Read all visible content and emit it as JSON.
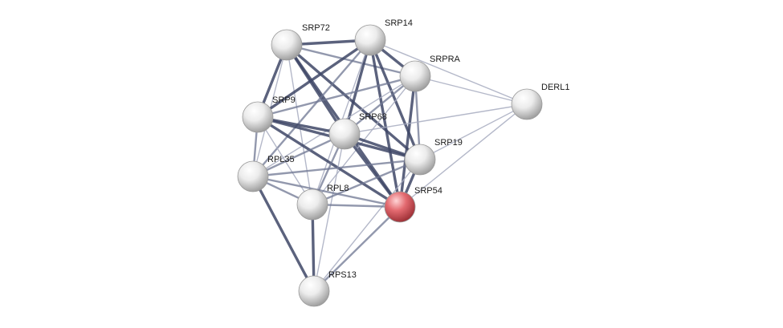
{
  "network": {
    "query_color": "#d9585e",
    "node_color": "#e6e6e6",
    "edge_color_strong": "#3e4766",
    "edge_color_weak": "#a7acc0",
    "nodes": [
      {
        "id": "SRP72",
        "label": "SRP72",
        "query": false
      },
      {
        "id": "SRP14",
        "label": "SRP14",
        "query": false
      },
      {
        "id": "SRPRA",
        "label": "SRPRA",
        "query": false
      },
      {
        "id": "DERL1",
        "label": "DERL1",
        "query": false
      },
      {
        "id": "SRP9",
        "label": "SRP9",
        "query": false
      },
      {
        "id": "SRP68",
        "label": "SRP68",
        "query": false
      },
      {
        "id": "SRP19",
        "label": "SRP19",
        "query": false
      },
      {
        "id": "RPL35",
        "label": "RPL35",
        "query": false
      },
      {
        "id": "RPL8",
        "label": "RPL8",
        "query": false
      },
      {
        "id": "SRP54",
        "label": "SRP54",
        "query": true
      },
      {
        "id": "RPS13",
        "label": "RPS13",
        "query": false
      }
    ],
    "edges": [
      {
        "source": "SRP72",
        "target": "SRP14",
        "strength": 3
      },
      {
        "source": "SRP72",
        "target": "SRPRA",
        "strength": 2
      },
      {
        "source": "SRP72",
        "target": "SRP9",
        "strength": 3
      },
      {
        "source": "SRP72",
        "target": "SRP68",
        "strength": 3
      },
      {
        "source": "SRP72",
        "target": "SRP19",
        "strength": 3
      },
      {
        "source": "SRP72",
        "target": "SRP54",
        "strength": 3
      },
      {
        "source": "SRP72",
        "target": "RPL35",
        "strength": 1
      },
      {
        "source": "SRP72",
        "target": "RPL8",
        "strength": 1
      },
      {
        "source": "SRP14",
        "target": "SRPRA",
        "strength": 3
      },
      {
        "source": "SRP14",
        "target": "SRP9",
        "strength": 3
      },
      {
        "source": "SRP14",
        "target": "SRP68",
        "strength": 3
      },
      {
        "source": "SRP14",
        "target": "SRP19",
        "strength": 3
      },
      {
        "source": "SRP14",
        "target": "SRP54",
        "strength": 3
      },
      {
        "source": "SRP14",
        "target": "DERL1",
        "strength": 1
      },
      {
        "source": "SRP14",
        "target": "RPL35",
        "strength": 2
      },
      {
        "source": "SRP14",
        "target": "RPL8",
        "strength": 1
      },
      {
        "source": "SRPRA",
        "target": "DERL1",
        "strength": 1
      },
      {
        "source": "SRPRA",
        "target": "SRP9",
        "strength": 2
      },
      {
        "source": "SRPRA",
        "target": "SRP68",
        "strength": 2
      },
      {
        "source": "SRPRA",
        "target": "SRP19",
        "strength": 2
      },
      {
        "source": "SRPRA",
        "target": "SRP54",
        "strength": 3
      },
      {
        "source": "SRPRA",
        "target": "RPL35",
        "strength": 1
      },
      {
        "source": "SRPRA",
        "target": "RPL8",
        "strength": 1
      },
      {
        "source": "DERL1",
        "target": "SRP68",
        "strength": 1
      },
      {
        "source": "DERL1",
        "target": "SRP19",
        "strength": 1
      },
      {
        "source": "DERL1",
        "target": "SRP54",
        "strength": 1
      },
      {
        "source": "SRP9",
        "target": "SRP68",
        "strength": 3
      },
      {
        "source": "SRP9",
        "target": "SRP19",
        "strength": 3
      },
      {
        "source": "SRP9",
        "target": "SRP54",
        "strength": 3
      },
      {
        "source": "SRP9",
        "target": "RPL35",
        "strength": 2
      },
      {
        "source": "SRP9",
        "target": "RPL8",
        "strength": 1
      },
      {
        "source": "SRP68",
        "target": "SRP19",
        "strength": 3
      },
      {
        "source": "SRP68",
        "target": "SRP54",
        "strength": 3
      },
      {
        "source": "SRP68",
        "target": "RPL35",
        "strength": 2
      },
      {
        "source": "SRP68",
        "target": "RPL8",
        "strength": 2
      },
      {
        "source": "SRP68",
        "target": "RPS13",
        "strength": 1
      },
      {
        "source": "SRP19",
        "target": "SRP54",
        "strength": 3
      },
      {
        "source": "SRP19",
        "target": "RPL35",
        "strength": 2
      },
      {
        "source": "SRP19",
        "target": "RPL8",
        "strength": 2
      },
      {
        "source": "SRP19",
        "target": "RPS13",
        "strength": 1
      },
      {
        "source": "RPL35",
        "target": "RPL8",
        "strength": 2
      },
      {
        "source": "RPL35",
        "target": "SRP54",
        "strength": 2
      },
      {
        "source": "RPL35",
        "target": "RPS13",
        "strength": 3
      },
      {
        "source": "RPL8",
        "target": "SRP54",
        "strength": 2
      },
      {
        "source": "RPL8",
        "target": "RPS13",
        "strength": 3
      },
      {
        "source": "SRP54",
        "target": "RPS13",
        "strength": 2
      }
    ]
  }
}
